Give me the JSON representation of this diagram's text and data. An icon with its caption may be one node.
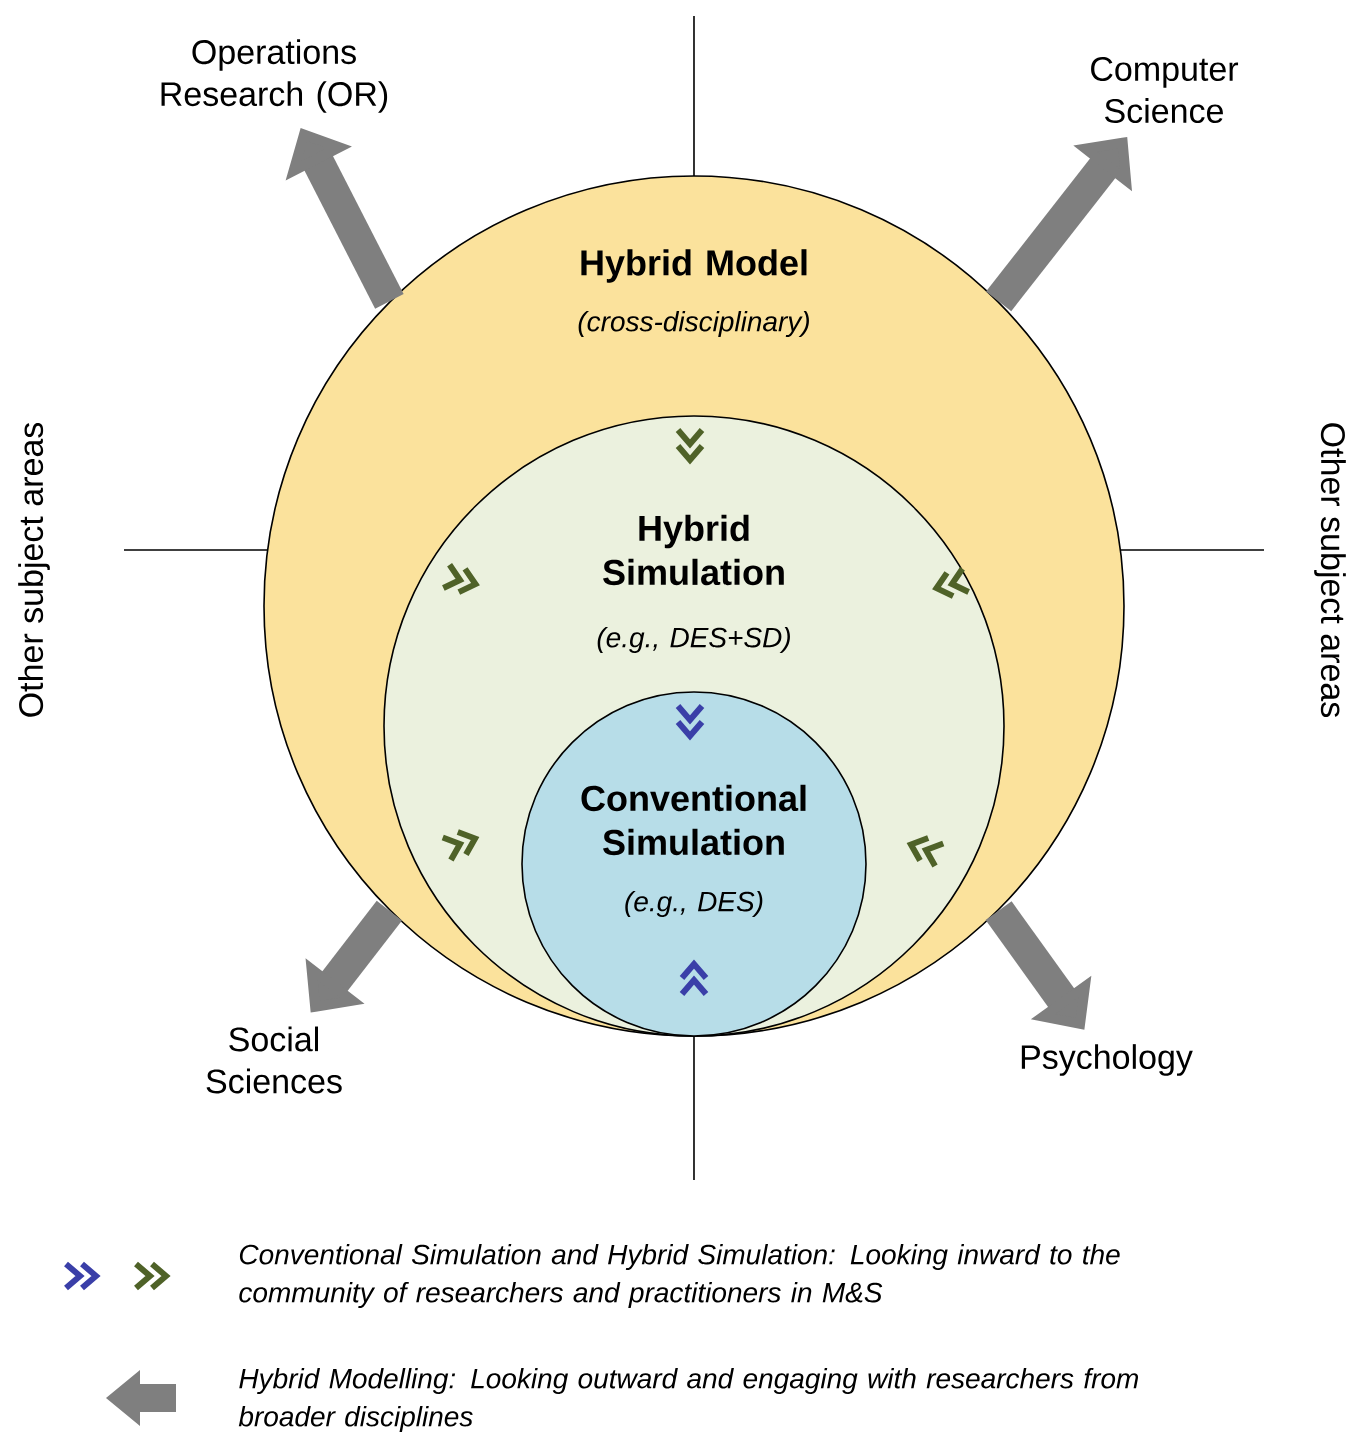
{
  "diagram": {
    "nodes": [
      {
        "text": [
          "Hybrid Model",
          "(cross-disciplinary)"
        ]
      },
      {
        "text": [
          "Hybrid Simulation",
          "(e.g., DES+SD)"
        ],
        "in": 0
      },
      {
        "text": [
          "Conventional Simulation",
          "(e.g., DES)"
        ],
        "in": 1
      },
      {
        "text": [
          "Operations Research (OR)"
        ]
      },
      {
        "text": [
          "Computer Science"
        ]
      },
      {
        "text": [
          "Social Sciences"
        ]
      },
      {
        "text": [
          "Psychology"
        ]
      }
    ],
    "edges": [
      {
        "from": 0,
        "to": 3,
        "arrow": "to"
      },
      {
        "from": 0,
        "to": 4,
        "arrow": "to"
      },
      {
        "from": 0,
        "to": 5,
        "arrow": "to"
      },
      {
        "from": 0,
        "to": 6,
        "arrow": "to"
      }
    ],
    "labels": [
      "Other subject areas",
      "Other subject areas"
    ],
    "legend": [
      {
        "text": "Conventional Simulation and Hybrid Simulation: Looking inward to the community of researchers and practitioners in M&S"
      },
      {
        "text": "Hybrid Modelling: Looking outward and engaging with researchers from broader disciplines"
      }
    ]
  }
}
